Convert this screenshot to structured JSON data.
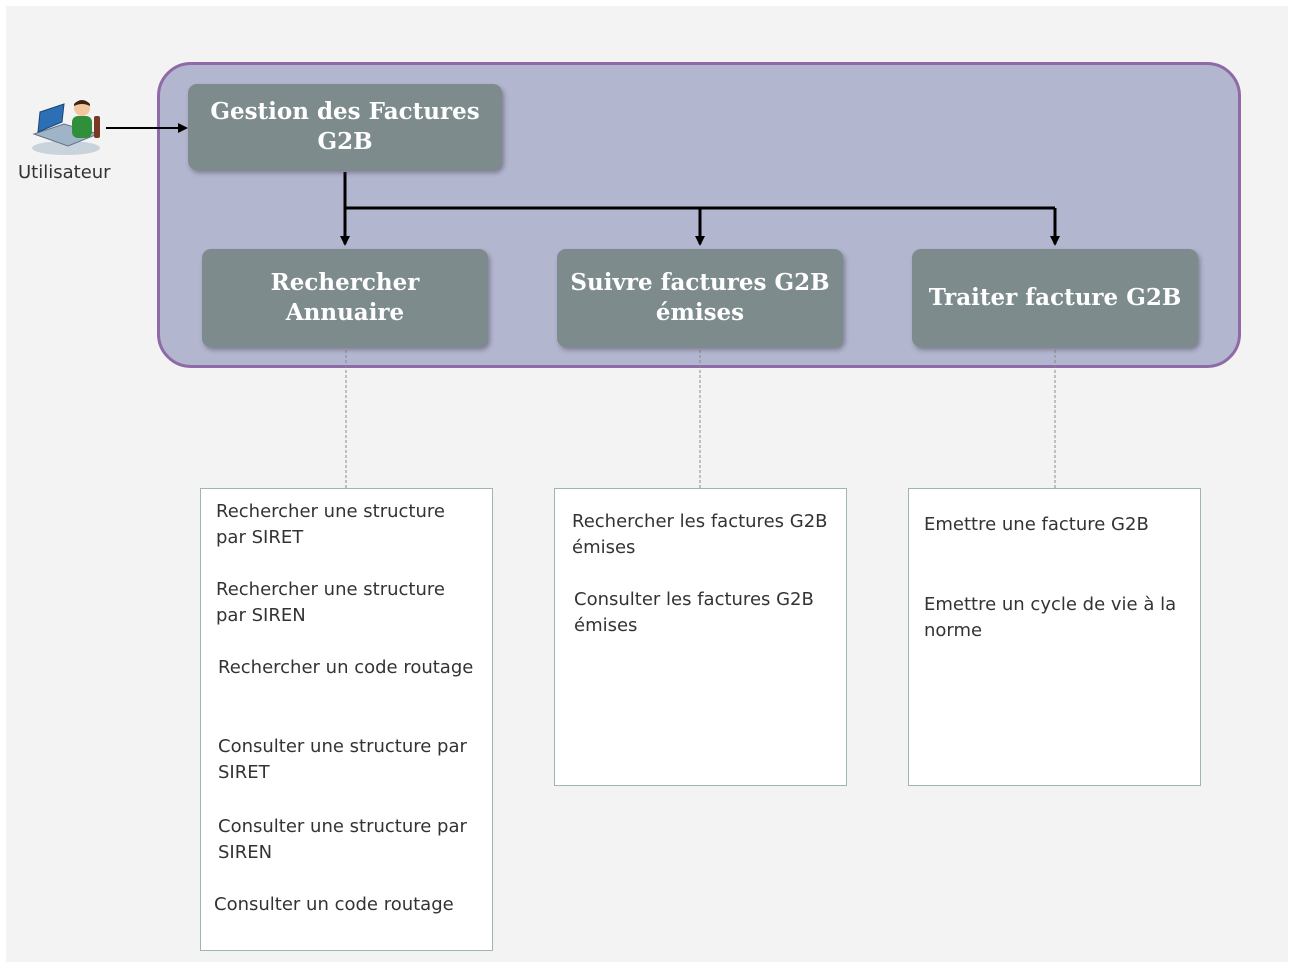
{
  "actor": {
    "label": "Utilisateur",
    "icon": "user-at-computer-icon"
  },
  "root": {
    "label": "Gestion des Factures\nG2B"
  },
  "modules": [
    {
      "label": "Rechercher\nAnnuaire"
    },
    {
      "label": "Suivre factures G2B\némises"
    },
    {
      "label": "Traiter facture G2B"
    }
  ],
  "details": [
    {
      "items": [
        "Rechercher une structure par SIRET",
        "Rechercher une structure par SIREN",
        "Rechercher un code routage",
        "Consulter une structure par SIRET",
        "Consulter une structure par SIREN",
        "Consulter un code routage"
      ]
    },
    {
      "items": [
        "Rechercher les factures G2B émises",
        "Consulter les factures G2B émises"
      ]
    },
    {
      "items": [
        "Emettre une facture G2B",
        "Emettre un cycle de vie à la norme"
      ]
    }
  ],
  "colors": {
    "panel_fill": "#b3b6cf",
    "panel_border": "#8f6aa6",
    "node_fill": "#7d8b8d",
    "detail_border": "#9fb6ab"
  }
}
